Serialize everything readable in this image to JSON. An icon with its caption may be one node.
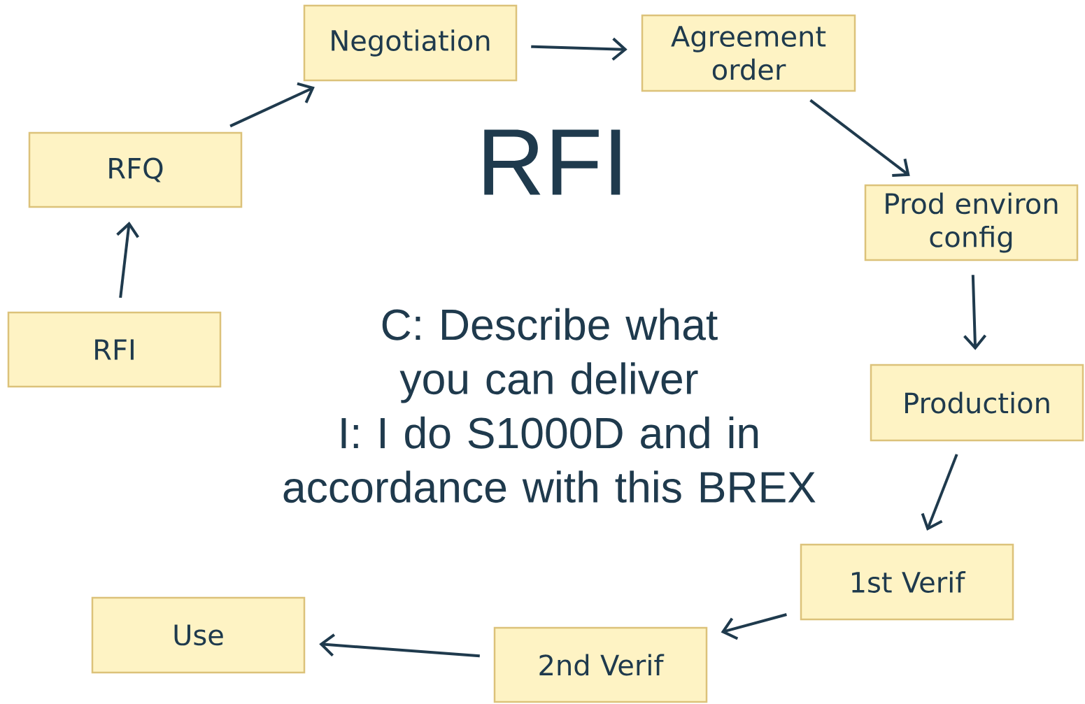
{
  "diagram": {
    "title": "RFI",
    "nodes": [
      {
        "text": [
          "Negotiation"
        ]
      },
      {
        "text": [
          "Agreement order"
        ]
      },
      {
        "text": [
          "RFQ"
        ]
      },
      {
        "text": [
          "Prod environ config"
        ]
      },
      {
        "text": [
          "RFI"
        ]
      },
      {
        "text": [
          "Production"
        ]
      },
      {
        "text": [
          "1st Verif"
        ]
      },
      {
        "text": [
          "Use"
        ]
      },
      {
        "text": [
          "2nd Verif"
        ]
      }
    ],
    "edges": [
      {
        "from": 4,
        "to": 2,
        "arrow": "to"
      },
      {
        "from": 2,
        "to": 0,
        "arrow": "to"
      },
      {
        "from": 0,
        "to": 1,
        "arrow": "to"
      },
      {
        "from": 1,
        "to": 3,
        "arrow": "to"
      },
      {
        "from": 3,
        "to": 5,
        "arrow": "to"
      },
      {
        "from": 5,
        "to": 6,
        "arrow": "to"
      },
      {
        "from": 6,
        "to": 8,
        "arrow": "to"
      },
      {
        "from": 8,
        "to": 7,
        "arrow": "to"
      }
    ],
    "labels": [
      "C: Describe what you can deliver",
      "I: I do S1000D and in accordance with this BREX"
    ]
  }
}
